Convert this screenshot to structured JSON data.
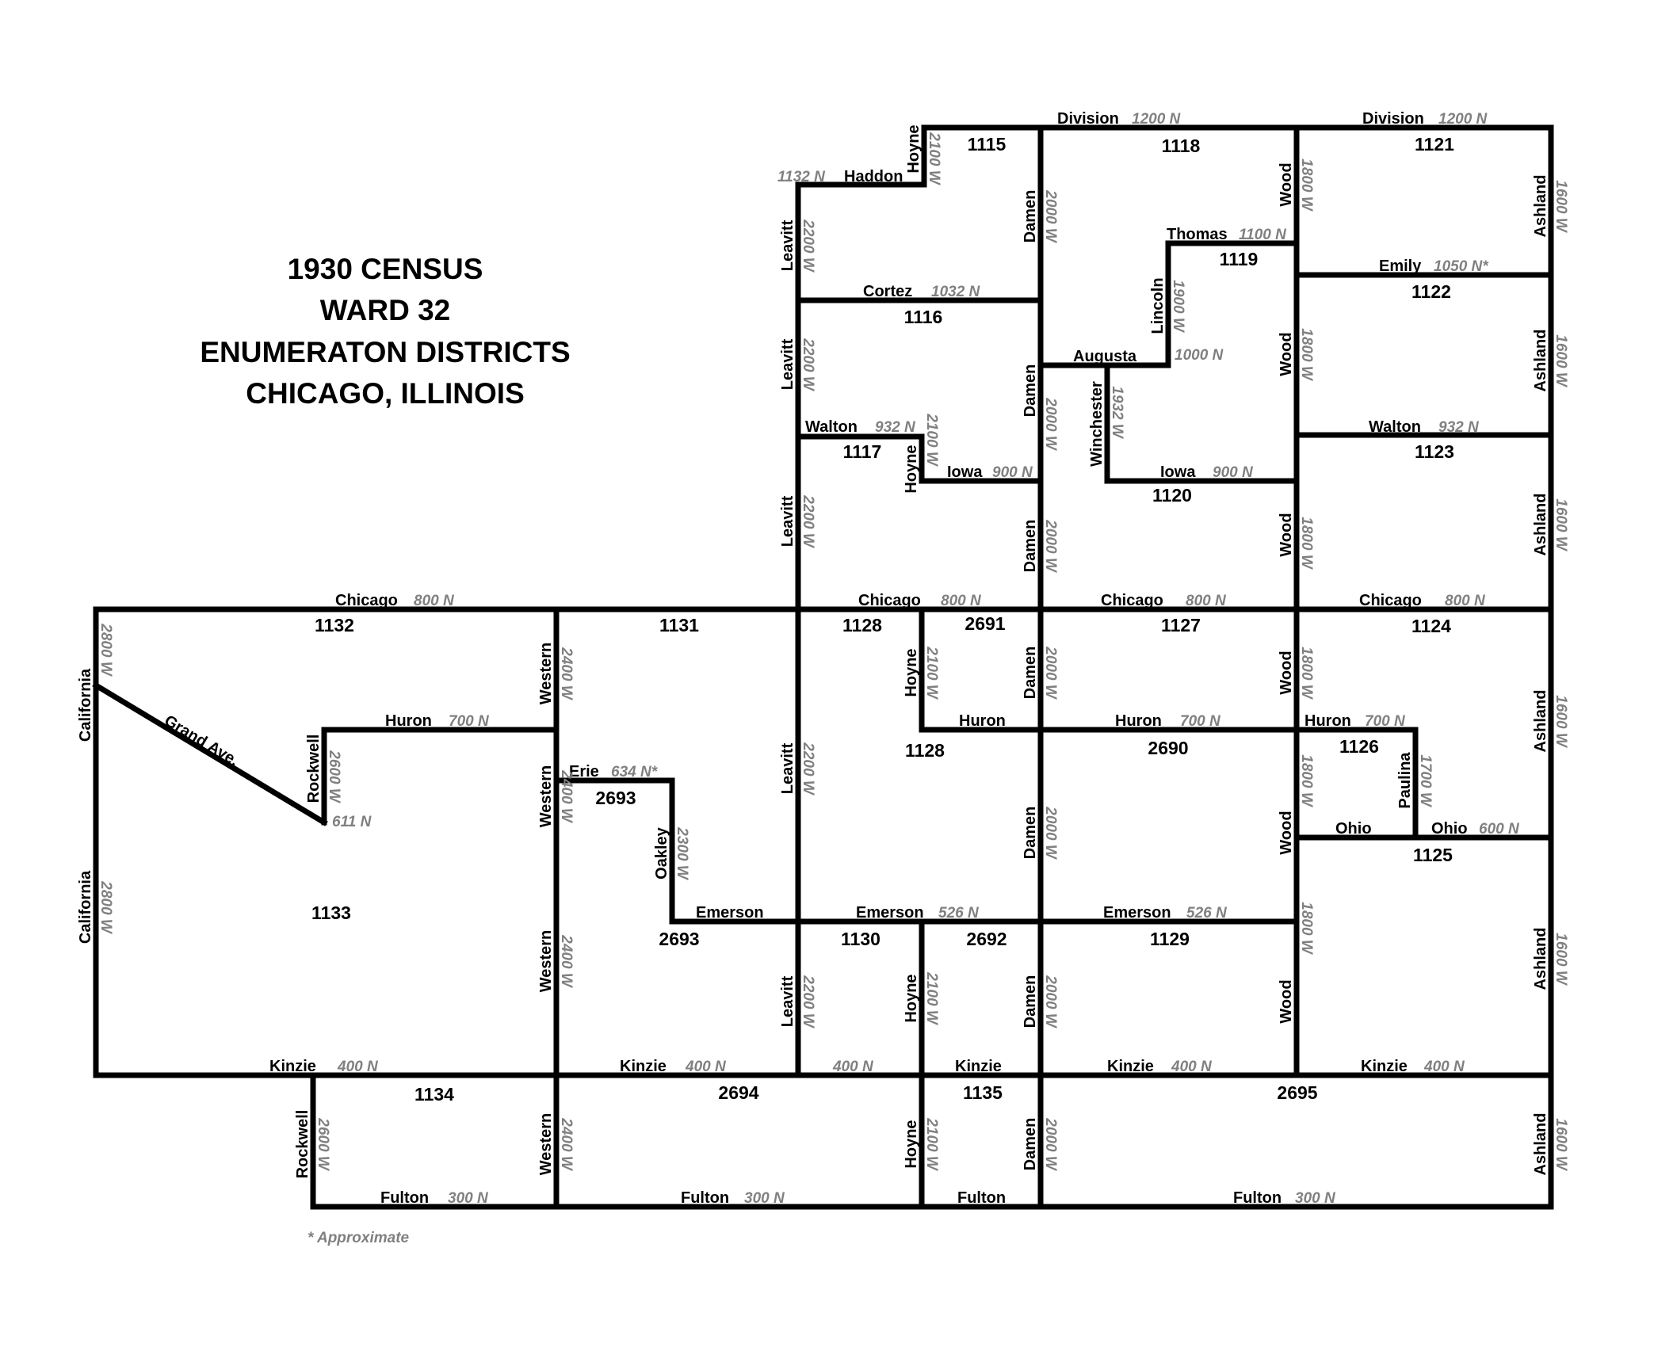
{
  "title_lines": [
    "1930 CENSUS",
    "WARD 32",
    "ENUMERATON DISTRICTS",
    "CHICAGO, ILLINOIS"
  ],
  "footnote": "* Approximate",
  "colors": {
    "line": "#000000",
    "address": "#808080",
    "background": "#ffffff"
  },
  "streets": {
    "division": "Division",
    "haddon": "Haddon",
    "cortez": "Cortez",
    "thomas": "Thomas",
    "emily": "Emily",
    "augusta": "Augusta",
    "walton": "Walton",
    "iowa": "Iowa",
    "chicago": "Chicago",
    "huron": "Huron",
    "erie": "Erie",
    "ohio": "Ohio",
    "emerson": "Emerson",
    "kinzie": "Kinzie",
    "fulton": "Fulton",
    "grand": "Grand Ave.",
    "california": "California",
    "rockwell": "Rockwell",
    "western": "Western",
    "oakley": "Oakley",
    "leavitt": "Leavitt",
    "hoyne": "Hoyne",
    "damen": "Damen",
    "winchester": "Winchester",
    "lincoln": "Lincoln",
    "wood": "Wood",
    "paulina": "Paulina",
    "ashland": "Ashland"
  },
  "addresses": {
    "a1200n": "1200 N",
    "a1132n": "1132 N",
    "a1100n": "1100 N",
    "a1050n": "1050 N*",
    "a1032n": "1032 N",
    "a1000n": "1000 N",
    "a932n": "932 N",
    "a900n": "900 N",
    "a800n": "800 N",
    "a700n": "700 N",
    "a634n": "634 N*",
    "a611n": "611 N",
    "a600n": "600 N",
    "a526n": "526 N",
    "a400n": "400 N",
    "a300n": "300 N",
    "a2800w": "2800 W",
    "a2600w": "2600 W",
    "a2400w": "2400 W",
    "a2300w": "2300 W",
    "a2200w": "2200 W",
    "a2100w": "2100 W",
    "a2000w": "2000 W",
    "a1932w": "1932 W",
    "a1900w": "1900 W",
    "a1800w": "1800 W",
    "a1700w": "1700 W",
    "a1600w": "1600 W"
  },
  "districts": {
    "d1115": "1115",
    "d1116": "1116",
    "d1117": "1117",
    "d1118": "1118",
    "d1119": "1119",
    "d1120": "1120",
    "d1121": "1121",
    "d1122": "1122",
    "d1123": "1123",
    "d1124": "1124",
    "d1125": "1125",
    "d1126": "1126",
    "d1127": "1127",
    "d1128": "1128",
    "d1129": "1129",
    "d1130": "1130",
    "d1131": "1131",
    "d1132": "1132",
    "d1133": "1133",
    "d1134": "1134",
    "d1135": "1135",
    "d2690": "2690",
    "d2691": "2691",
    "d2692": "2692",
    "d2693": "2693",
    "d2694": "2694",
    "d2695": "2695"
  }
}
